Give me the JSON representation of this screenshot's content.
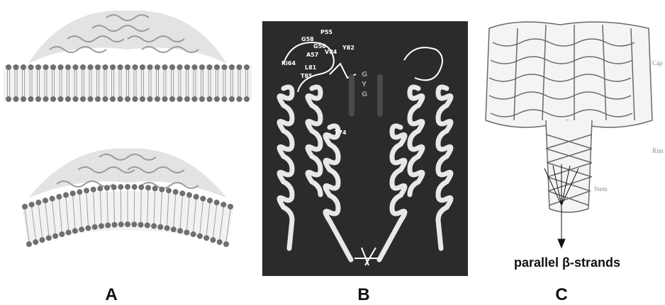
{
  "panels": {
    "a": {
      "letter": "A"
    },
    "b": {
      "letter": "B",
      "residue_labels": [
        "P55",
        "G58",
        "G56",
        "A57",
        "V84",
        "Y82",
        "Ri64",
        "L81",
        "T85",
        "T74"
      ],
      "pore_motif": [
        "G",
        "Y",
        "G"
      ]
    },
    "c": {
      "letter": "C",
      "labels": {
        "cap": "Cap",
        "rim": "Rim",
        "stem": "Stem"
      },
      "caption": "parallel β-strands"
    }
  },
  "colors": {
    "background": "#ffffff",
    "panel_b_background": "#2b2b2b",
    "membrane_head": "#6f6f6f",
    "ribbon": "#e8e8e8"
  }
}
